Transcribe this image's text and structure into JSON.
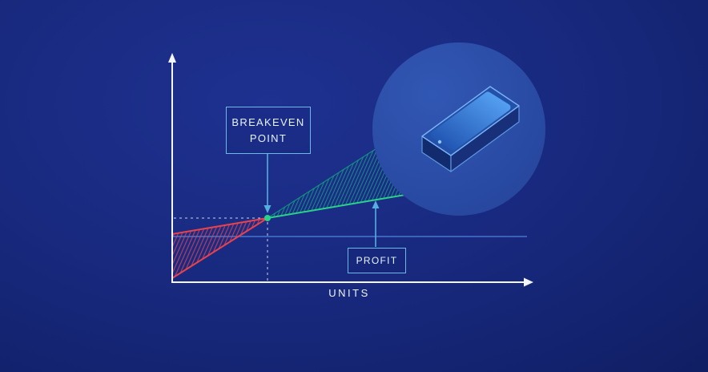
{
  "labels": {
    "breakeven": "BREAKEVEN POINT",
    "profit": "PROFIT",
    "units": "UNITS"
  },
  "colors": {
    "background": "#17287c",
    "axis": "#f3f7fd",
    "label_border": "#6cb9e6",
    "label_text": "#e6f3fb",
    "arrow": "#56aee0",
    "cost_line_red": "#e8424f",
    "revenue_line_green": "#2ad189",
    "profit_hatch_teal": "#13a180",
    "breakeven_dot": "#2ad189",
    "fixed_cost_line_blue": "#4b78d2",
    "dashed_guide": "#dbe9f7",
    "circle_fill": "#2a4aa5",
    "phone_screen_top": "#58a6f6",
    "phone_screen_bottom": "#1d4fae"
  }
}
